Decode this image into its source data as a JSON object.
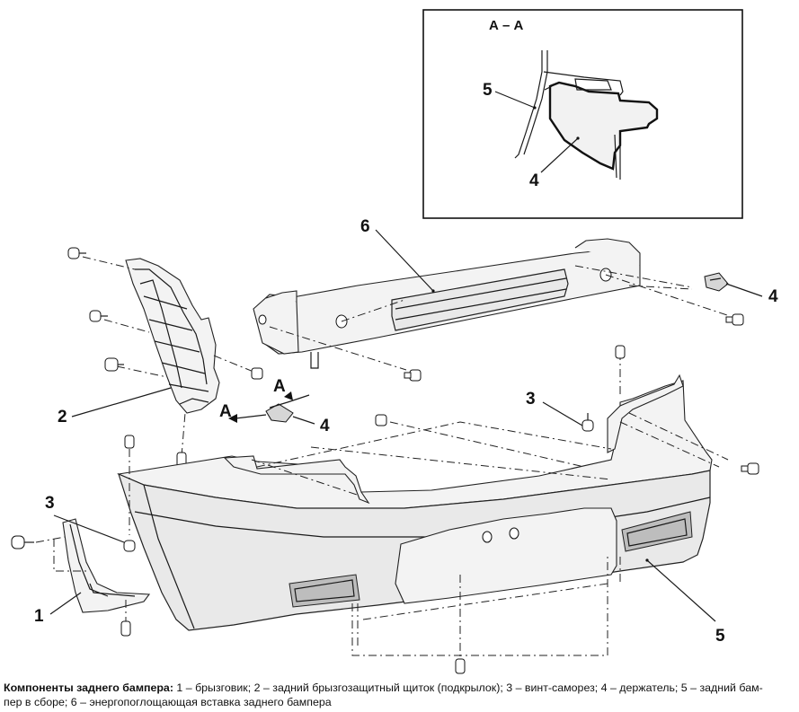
{
  "inset": {
    "title": "А – А"
  },
  "section_marks": {
    "a1": "А",
    "a2": "А"
  },
  "callouts": {
    "n1": "1",
    "n2": "2",
    "n3a": "3",
    "n3b": "3",
    "n4a": "4",
    "n4b": "4",
    "n4c": "4",
    "n5a": "5",
    "n5b": "5",
    "n6": "6"
  },
  "caption": {
    "heading": "Компоненты заднего бампера:",
    "line1": "1 – брызговик; 2 – задний брызгозащитный щиток (подкрылок); 3 – винт-саморез; 4 – держатель; 5 – задний бам-",
    "line2": "пер в сборе; 6 – энергопоглощающая вставка заднего бампера"
  }
}
